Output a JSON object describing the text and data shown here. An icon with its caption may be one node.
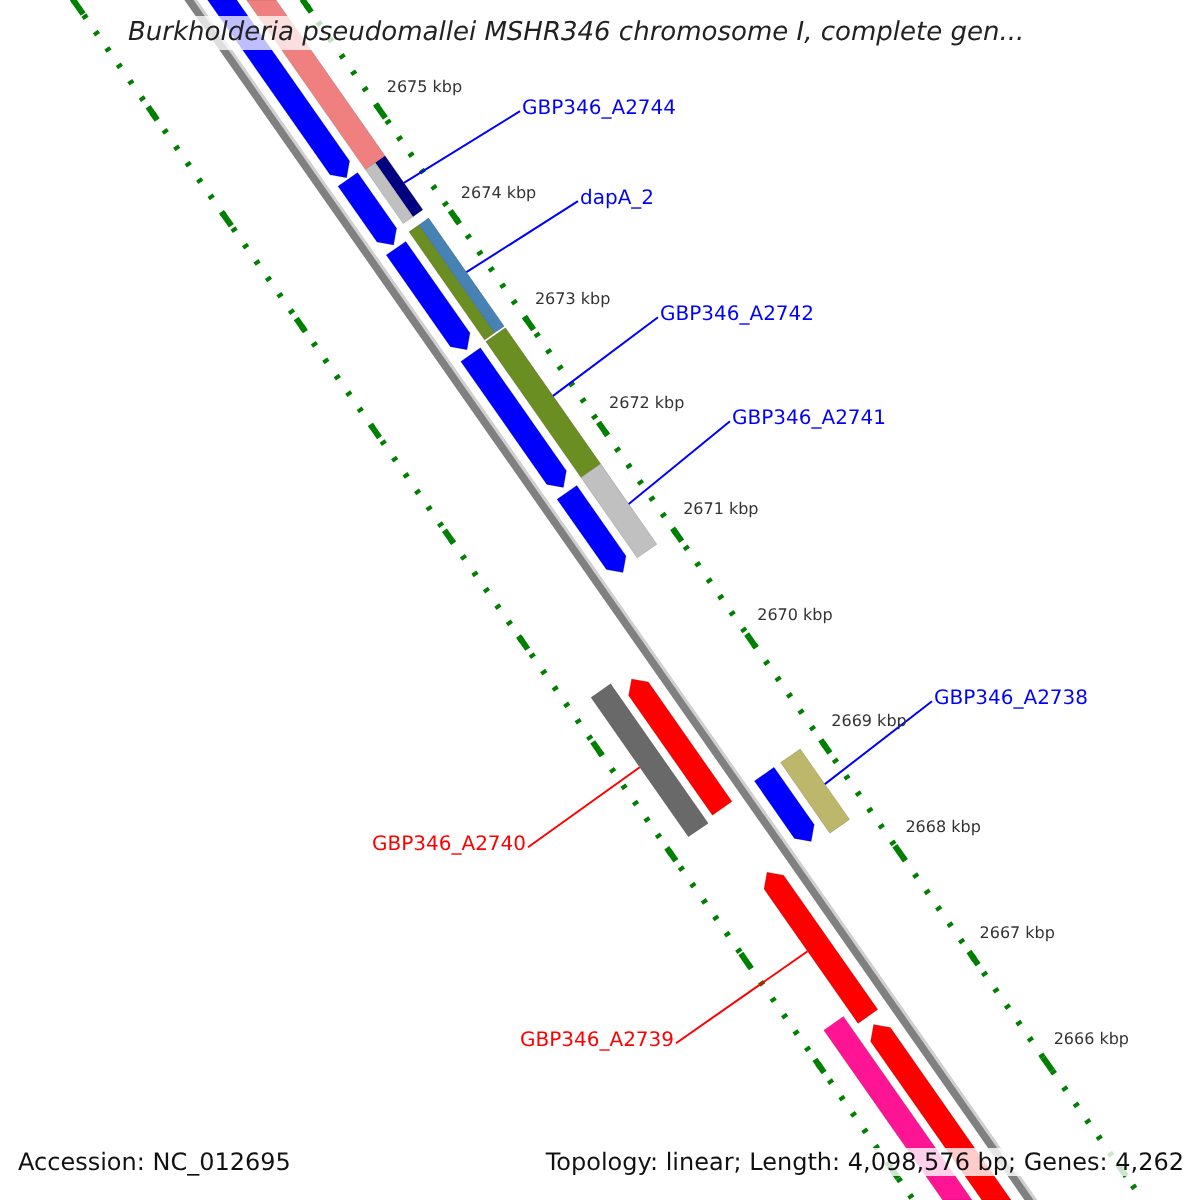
{
  "diagram": {
    "title": "Burkholderia pseudomallei MSHR346 chromosome I, complete gen...",
    "nodes": [
      {
        "text": [
          "GBP346_A2744"
        ]
      },
      {
        "text": [],
        "shape": "bar"
      },
      {
        "text": [
          "dapA_2"
        ]
      },
      {
        "text": [],
        "shape": "bar"
      },
      {
        "text": [
          "GBP346_A2742"
        ]
      },
      {
        "text": [],
        "shape": "bar"
      },
      {
        "text": [
          "GBP346_A2741"
        ]
      },
      {
        "text": [],
        "shape": "bar"
      },
      {
        "text": [
          "GBP346_A2738"
        ]
      },
      {
        "text": [],
        "shape": "bar"
      },
      {
        "text": [
          "GBP346_A2740"
        ]
      },
      {
        "text": [],
        "shape": "bar"
      },
      {
        "text": [
          "GBP346_A2739"
        ]
      },
      {
        "text": [],
        "shape": "bar"
      },
      {
        "text": [],
        "shape": "bar"
      },
      {
        "text": [],
        "shape": "bar"
      },
      {
        "text": [],
        "shape": "bar"
      },
      {
        "text": [],
        "shape": "bar"
      },
      {
        "text": [],
        "shape": "bar"
      },
      {
        "text": [],
        "shape": "bar"
      },
      {
        "text": [],
        "shape": "bar"
      },
      {
        "text": [],
        "shape": "bar"
      },
      {
        "text": [],
        "shape": "bar"
      },
      {
        "text": [],
        "shape": "bar"
      },
      {
        "text": [],
        "shape": "bar"
      },
      {
        "text": [],
        "shape": "bar"
      }
    ],
    "edges": [
      {
        "from": 0,
        "to": 1,
        "arrow": "none"
      },
      {
        "from": 2,
        "to": 3,
        "arrow": "none"
      },
      {
        "from": 4,
        "to": 5,
        "arrow": "none"
      },
      {
        "from": 6,
        "to": 7,
        "arrow": "none"
      },
      {
        "from": 8,
        "to": 9,
        "arrow": "none"
      },
      {
        "from": 10,
        "to": 11,
        "arrow": "none",
        "color": "#ff0000"
      },
      {
        "from": 12,
        "to": 13,
        "arrow": "none",
        "color": "#ff0000"
      }
    ],
    "labels": [
      "2675 kbp",
      "2674 kbp",
      "2673 kbp",
      "2672 kbp",
      "2671 kbp",
      "2670 kbp",
      "2669 kbp",
      "2668 kbp",
      "2667 kbp",
      "2666 kbp",
      "Accession: NC_012695",
      "Topology: linear; Length: 4,098,576 bp; Genes: 4,262"
    ]
  }
}
